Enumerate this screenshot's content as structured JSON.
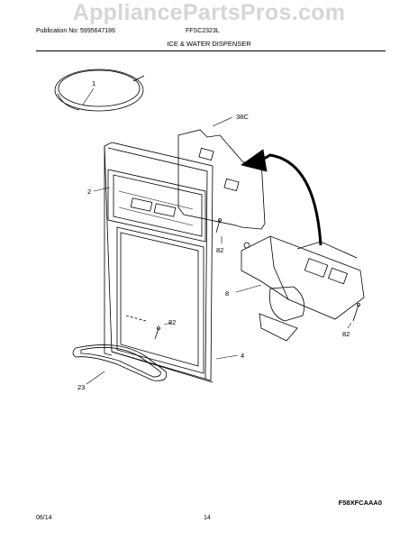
{
  "watermark": "AppliancePartsPros.com",
  "header": {
    "publication": "Publication No: 5995647186",
    "model": "FFSC2323L",
    "title": "ICE & WATER DISPENSER"
  },
  "callouts": {
    "c1": "1",
    "c38c": "38C",
    "c2": "2",
    "c82a": "82",
    "c8": "8",
    "c82b": "82",
    "c82c": "82",
    "c4": "4",
    "c23": "23"
  },
  "diagram_code": "F58XFCAAA0",
  "footer": {
    "date": "06/14",
    "page": "14"
  }
}
